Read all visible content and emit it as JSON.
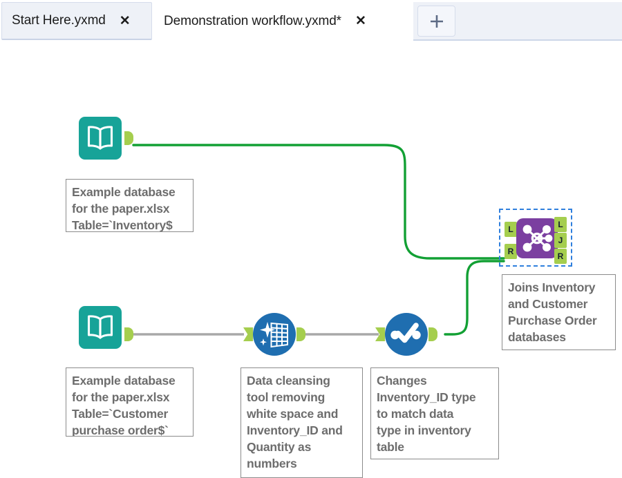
{
  "window": {
    "app": "Alteryx Designer workflow canvas",
    "canvas_background": "#ffffff"
  },
  "tabs": [
    {
      "label": "Start Here.yxmd",
      "close_label": "✕",
      "active": true
    },
    {
      "label": "Demonstration  workflow.yxmd*",
      "close_label": "✕",
      "active": false
    }
  ],
  "new_tab": {
    "label": "+",
    "name": "new-tab-button"
  },
  "colors": {
    "input_tool": "#17a398",
    "cleanse_tool": "#1f6eb0",
    "select_tool": "#1f6eb0",
    "join_tool": "#7b3fa0",
    "connector": "#a5ce4e",
    "wire_active": "#12a034",
    "wire_inactive": "#a8a8a8",
    "selection": "#2f7fdd",
    "annotation_text": "#6d6d6d",
    "annotation_border": "#8b8b8b"
  },
  "tools": [
    {
      "id": "input-data-inventory",
      "name": "Input Data",
      "icon": "open-book-icon",
      "annotation": "Example database for the paper.xlsx Table=`Inventory$`",
      "outputs": [
        "out"
      ]
    },
    {
      "id": "input-data-customer",
      "name": "Input Data",
      "icon": "open-book-icon",
      "annotation": "Example database for the paper.xlsx Table=`Customer purchase order$`",
      "outputs": [
        "out"
      ]
    },
    {
      "id": "data-cleansing",
      "name": "Data Cleansing",
      "icon": "sparkle-table-icon",
      "annotation": "Data cleansing tool removing white space and Inventory_ID and Quantity as numbers",
      "inputs": [
        "in"
      ],
      "outputs": [
        "out"
      ]
    },
    {
      "id": "select",
      "name": "Select",
      "icon": "checkmark-circle-icon",
      "annotation": "Changes Inventory_ID type to match data type in inventory table",
      "inputs": [
        "in"
      ],
      "outputs": [
        "out"
      ]
    },
    {
      "id": "join",
      "name": "Join",
      "icon": "network-nodes-icon",
      "annotation": "Joins Inventory and Customer Purchase Order databases",
      "selected": true,
      "inputs": [
        "L",
        "R"
      ],
      "outputs": [
        "L",
        "J",
        "R"
      ]
    }
  ],
  "annotations": {
    "inventory": "Example database\nfor the paper.xlsx\nTable=`Inventory$\n`",
    "customer": "Example database\nfor the paper.xlsx\nTable=`Customer\npurchase order$`",
    "cleansing": "Data cleansing\ntool removing\nwhite space and\nInventory_ID and\nQuantity as\nnumbers",
    "select": "Changes\nInventory_ID type\nto match data\ntype in inventory\ntable",
    "join": "Joins Inventory\nand Customer\nPurchase Order\ndatabases"
  },
  "connector_labels": {
    "join_in_left": "L",
    "join_in_right": "R",
    "join_out_left": "L",
    "join_out_join": "J",
    "join_out_right": "R"
  },
  "connections": [
    {
      "from": "input-data-inventory.out",
      "to": "join.L",
      "color": "#12a034"
    },
    {
      "from": "input-data-customer.out",
      "to": "data-cleansing.in",
      "color": "#a8a8a8"
    },
    {
      "from": "data-cleansing.out",
      "to": "select.in",
      "color": "#a8a8a8"
    },
    {
      "from": "select.out",
      "to": "join.R",
      "color": "#12a034"
    }
  ]
}
